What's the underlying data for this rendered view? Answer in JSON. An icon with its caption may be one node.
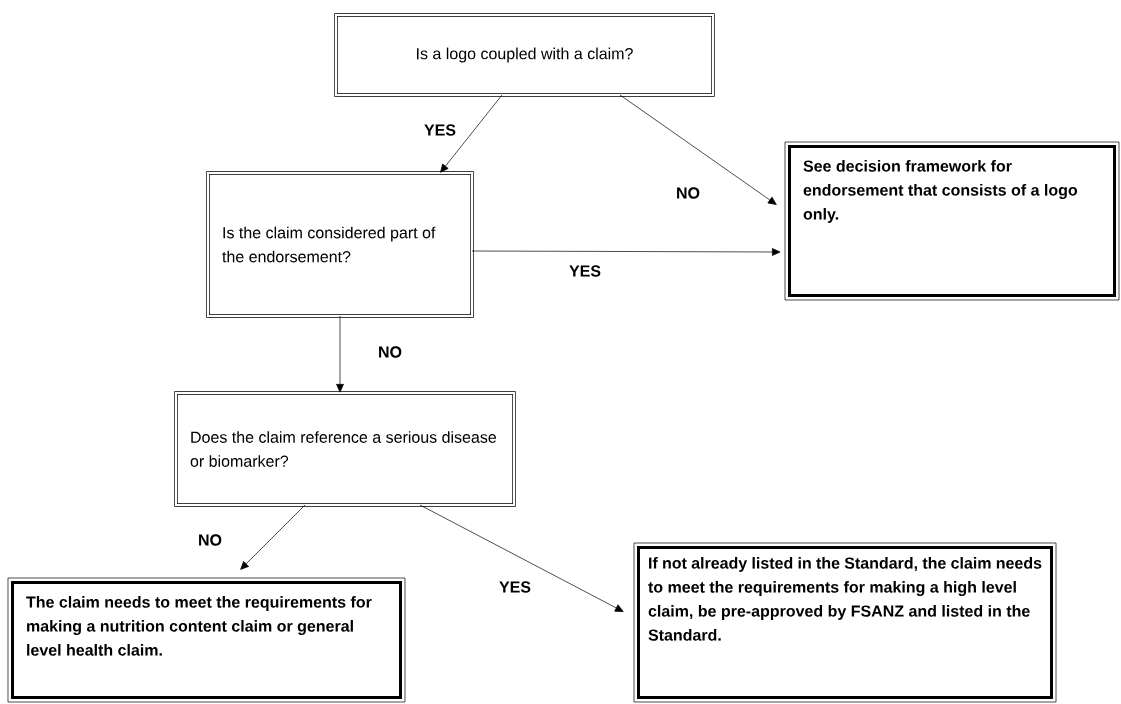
{
  "diagram": {
    "nodes": [
      {
        "text": [
          "Is a logo coupled with a claim?"
        ]
      },
      {
        "text": [
          "Is the claim considered part of the endorsement?"
        ]
      },
      {
        "text": [
          "See decision framework for endorsement that consists of a logo only."
        ]
      },
      {
        "text": [
          "Does the claim reference a serious disease or biomarker?"
        ]
      },
      {
        "text": [
          "The claim needs to meet the requirements for making a nutrition content claim or general level health claim."
        ]
      },
      {
        "text": [
          "If not already listed in the Standard, the claim needs to meet the requirements for making a high level claim, be pre-approved by FSANZ and listed in the Standard."
        ]
      }
    ],
    "edges": [
      {
        "from": 0,
        "to": 1,
        "arrow": "to",
        "label": "YES"
      },
      {
        "from": 0,
        "to": 2,
        "arrow": "to",
        "label": "NO"
      },
      {
        "from": 1,
        "to": 2,
        "arrow": "to",
        "label": "YES"
      },
      {
        "from": 1,
        "to": 3,
        "arrow": "to",
        "label": "NO"
      },
      {
        "from": 3,
        "to": 4,
        "arrow": "to",
        "label": "NO"
      },
      {
        "from": 3,
        "to": 5,
        "arrow": "to",
        "label": "YES"
      }
    ]
  }
}
